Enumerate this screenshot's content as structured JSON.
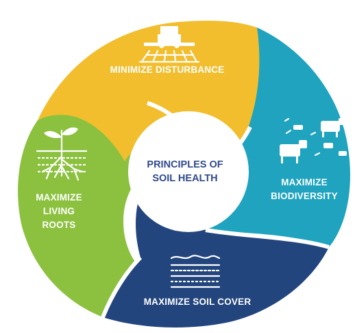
{
  "center": {
    "line1": "PRINCIPLES OF",
    "line2": "SOIL HEALTH"
  },
  "segments": {
    "top": {
      "label": "MINIMIZE DISTURBANCE",
      "color": "#f2be2d",
      "icon": "tractor-field-icon"
    },
    "right": {
      "line1": "MAXIMIZE",
      "line2": "BIODIVERSITY",
      "color": "#1fa3bf",
      "icon": "livestock-icon"
    },
    "bottom": {
      "label": "MAXIMIZE SOIL COVER",
      "color": "#23457e",
      "icon": "soil-layers-icon"
    },
    "left": {
      "line1": "MAXIMIZE",
      "line2": "LIVING",
      "line3": "ROOTS",
      "color": "#8cc13f",
      "icon": "plant-roots-icon"
    }
  }
}
